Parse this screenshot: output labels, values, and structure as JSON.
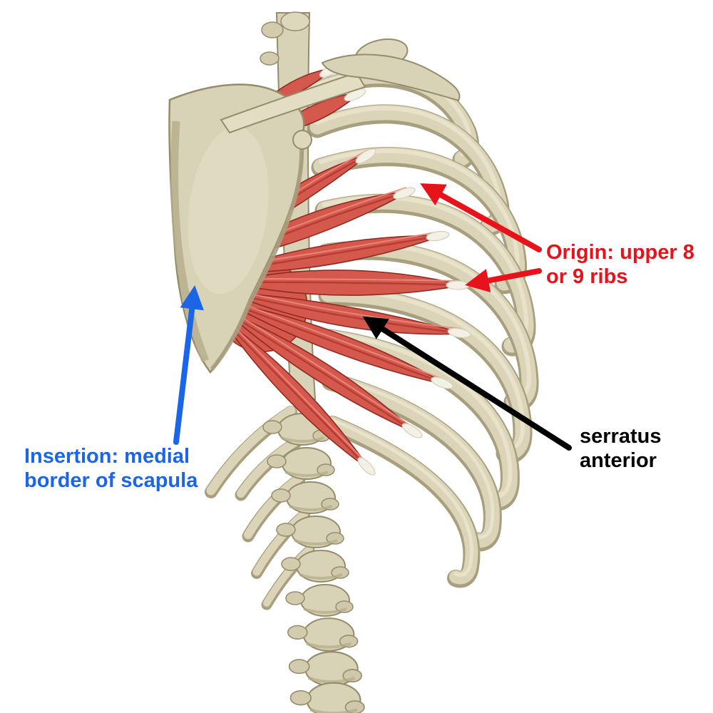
{
  "figure": {
    "description": "Anatomical illustration of the serratus anterior muscle shown on a skeleton (ribcage, scapula, clavicle, vertebral column), three-quarter posterolateral view",
    "background": "#ffffff"
  },
  "labels": {
    "origin": {
      "line1": "Origin: upper 8",
      "line2": "or 9 ribs"
    },
    "insertion": {
      "line1": "Insertion: medial",
      "line2": "border of scapula"
    },
    "muscle": {
      "line1": "serratus",
      "line2": "anterior"
    }
  },
  "annotations": {
    "origin": {
      "arrow_color": "#e8121a",
      "arrow_count": 2,
      "points_to": "white tendon tips of upper muscle slips on ribs"
    },
    "insertion": {
      "arrow_color": "#1b66e8",
      "arrow_count": 1,
      "points_to": "medial border of scapula"
    },
    "muscle": {
      "arrow_color": "#000000",
      "arrow_count": 1,
      "points_to": "muscle belly"
    }
  },
  "colors": {
    "annotation_red": "#e8121a",
    "annotation_blue": "#1b66e8",
    "annotation_black": "#000000",
    "muscle_red": "#d5584c",
    "muscle_dark": "#8f2a22",
    "muscle_striation": "#b13a31",
    "muscle_highlight": "#eb8a7f",
    "tendon_white": "#f3f0e5",
    "bone": "#d8d2b6",
    "bone_shade": "#b3aa89",
    "bone_outline": "#958c6c",
    "bone_highlight": "#ebe6d0",
    "background": "#ffffff"
  }
}
